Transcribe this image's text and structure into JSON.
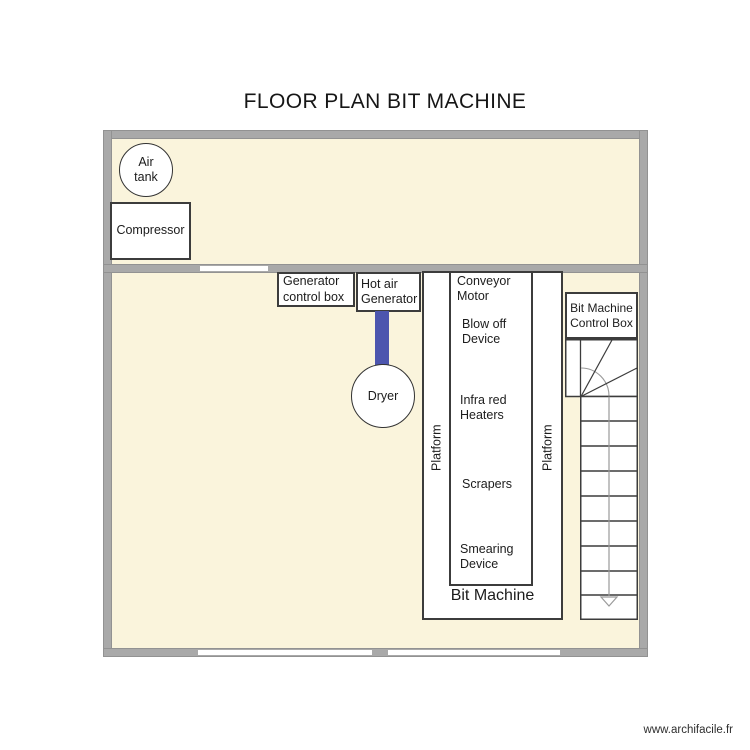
{
  "page": {
    "title": "FLOOR PLAN BIT MACHINE",
    "watermark": "www.archifacile.fr"
  },
  "colors": {
    "room_fill": "#FAF4DC",
    "wall_fill": "#A9A9A9",
    "pipe_blue": "#4C55AE",
    "outline": "#3C3C3C"
  },
  "upper_room": {
    "air_tank": "Air\ntank",
    "compressor": "Compressor"
  },
  "lower_room": {
    "generator_control_box": "Generator\ncontrol box",
    "hot_air_generator": "Hot air\nGenerator",
    "dryer": "Dryer"
  },
  "machine": {
    "platform_left": "Platform",
    "platform_right": "Platform",
    "parts": [
      "Conveyor\nMotor",
      "Blow off\nDevice",
      "Infra red\nHeaters",
      "Scrapers",
      "Smearing\nDevice"
    ],
    "label": "Bit Machine",
    "control_box": "Bit Machine\nControl Box"
  }
}
